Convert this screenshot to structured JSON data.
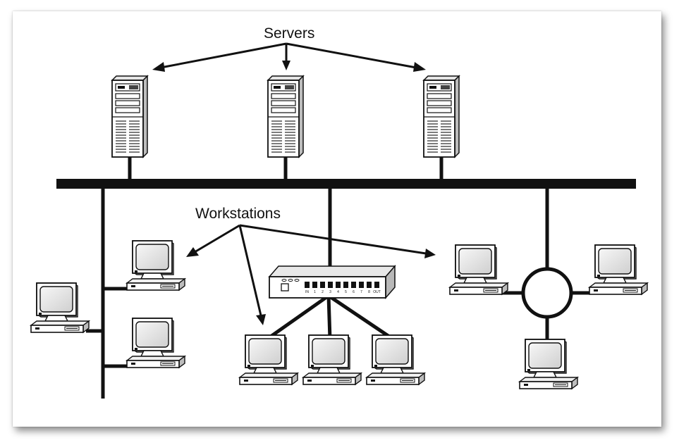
{
  "labels": {
    "servers": "Servers",
    "workstations": "Workstations"
  },
  "hub": {
    "ports": [
      "IN",
      "1",
      "2",
      "3",
      "4",
      "5",
      "6",
      "7",
      "8",
      "OUT"
    ]
  },
  "colors": {
    "line": "#111111",
    "device_fill": "#ffffff",
    "screen": "#ececec",
    "shadow_frame": "#000000"
  },
  "icons": {
    "server": "server-tower-icon",
    "workstation": "desktop-computer-icon",
    "hub": "network-hub-icon",
    "ring": "token-ring-icon"
  }
}
